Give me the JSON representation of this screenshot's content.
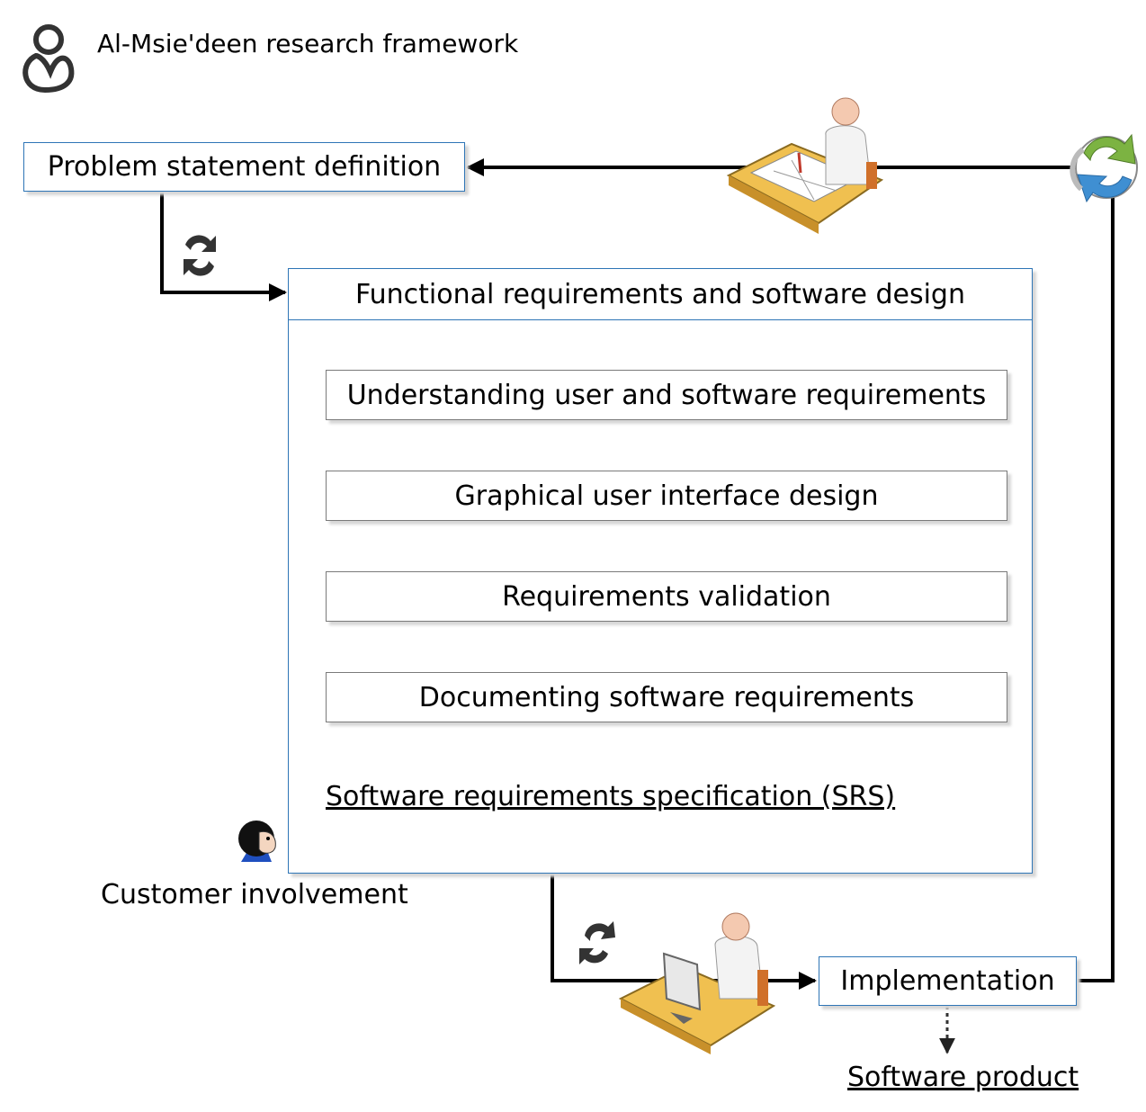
{
  "header": {
    "title": "Al-Msie'deen research framework",
    "icon": "user-outline-icon"
  },
  "nodes": {
    "problem": "Problem statement definition",
    "functional": "Functional requirements and software design",
    "understanding": "Understanding user and software requirements",
    "gui": "Graphical user interface design",
    "validation": "Requirements validation",
    "documenting": "Documenting software requirements",
    "srs": "Software requirements specification (SRS)",
    "implementation": "Implementation",
    "product": "Software product"
  },
  "labels": {
    "customer": "Customer involvement"
  },
  "colors": {
    "line": "#000000",
    "box_border_blue": "#2e75b6",
    "box_border_gray": "#7a7a7a"
  }
}
